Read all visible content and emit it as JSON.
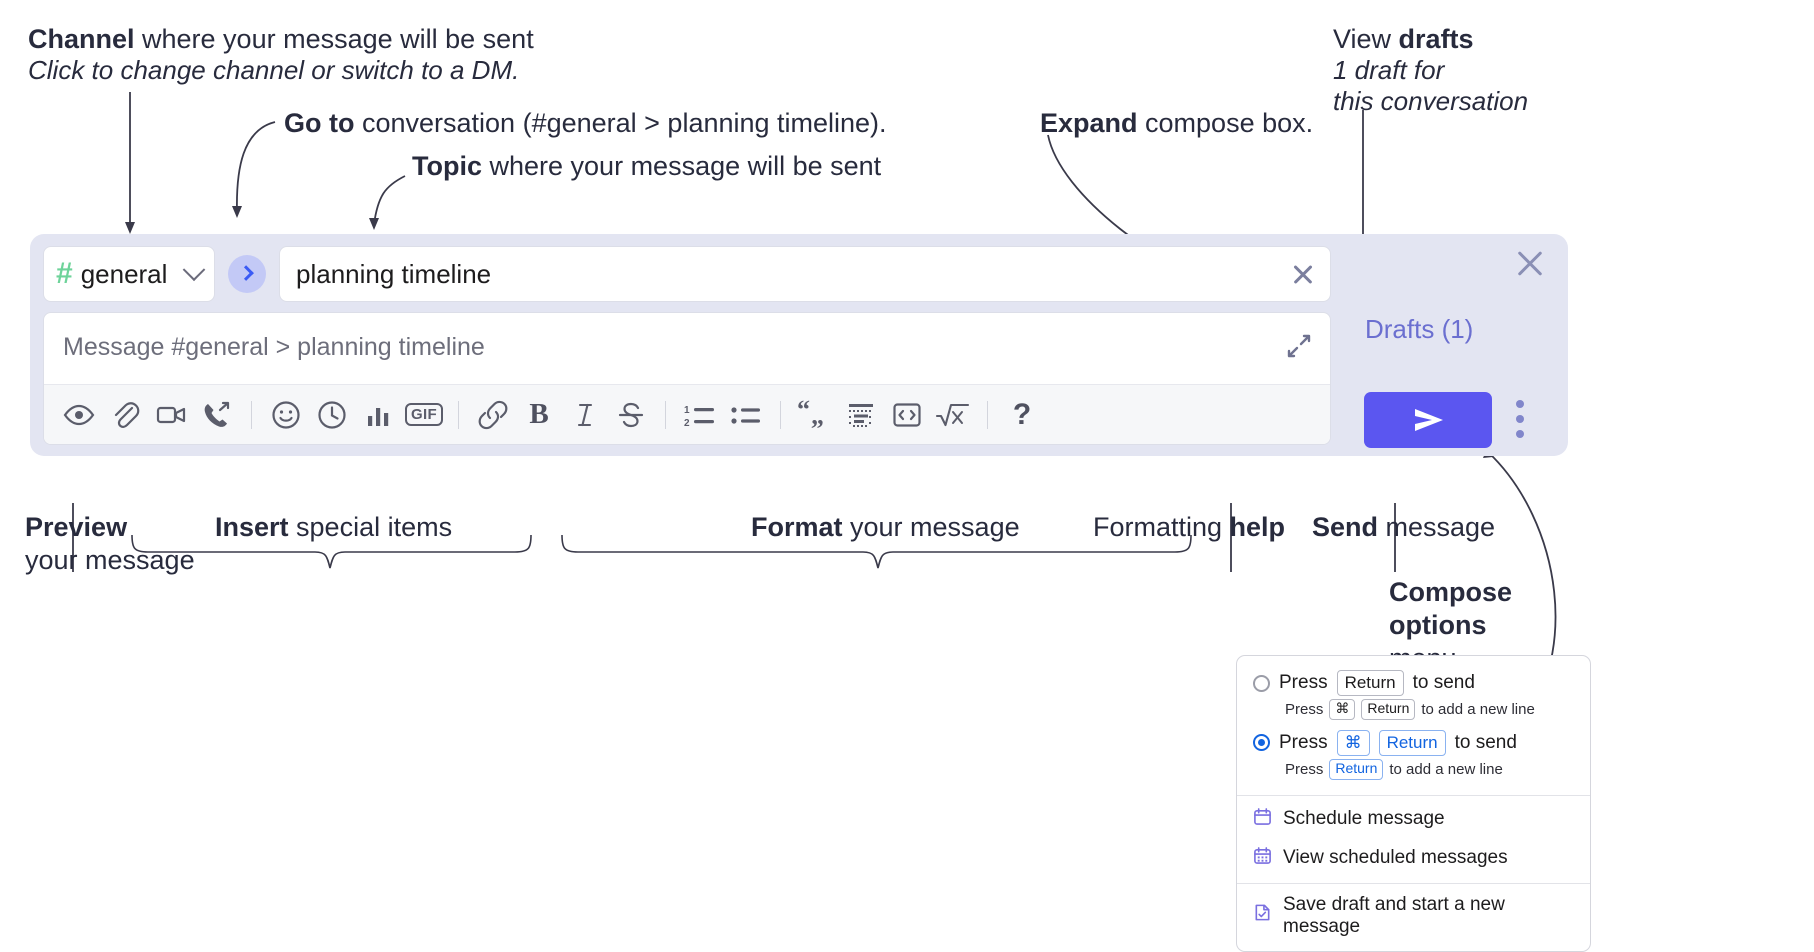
{
  "annotations": {
    "channel": {
      "bold": "Channel",
      "rest": " where your message will be sent",
      "italic": "Click to change channel or switch to a DM."
    },
    "goto": {
      "bold": "Go to",
      "rest": " conversation (#general > planning timeline)."
    },
    "topic": {
      "bold": "Topic",
      "rest": " where your message will be sent"
    },
    "expand": {
      "bold": "Expand",
      "rest": " compose box."
    },
    "drafts": {
      "normal": "View ",
      "bold": "drafts",
      "italic1": "1 draft for",
      "italic2": "this conversation"
    },
    "preview": {
      "bold": "Preview",
      "line2": "your message"
    },
    "insert": {
      "bold": "Insert",
      "rest": " special items"
    },
    "format": {
      "bold": "Format",
      "rest": " your message"
    },
    "help": {
      "normal": "Formatting ",
      "bold": "help"
    },
    "send": {
      "bold": "Send",
      "rest": " message"
    },
    "compose_options": {
      "bold1": "Compose",
      "bold2": "options",
      "normal": "menu"
    }
  },
  "composer": {
    "channel": {
      "hash": "#",
      "name": "general",
      "chevron": "chevron-down"
    },
    "goto_button_label": "go-to-conversation",
    "topic": {
      "value": "planning timeline",
      "clear_label": "clear-topic"
    },
    "message": {
      "placeholder": "Message #general > planning timeline",
      "expand_label": "expand-compose"
    },
    "drafts_label": "Drafts (1)",
    "close_label": "close-composer",
    "send_label": "send-message",
    "more_label": "compose-options",
    "toolbar": [
      {
        "name": "preview-icon",
        "kind": "eye"
      },
      {
        "name": "attachment-icon",
        "kind": "paperclip"
      },
      {
        "name": "video-icon",
        "kind": "video"
      },
      {
        "name": "audio-call-icon",
        "kind": "phone"
      },
      {
        "name": "separator-1",
        "kind": "sep"
      },
      {
        "name": "emoji-icon",
        "kind": "smiley"
      },
      {
        "name": "schedule-icon",
        "kind": "clock"
      },
      {
        "name": "poll-icon",
        "kind": "bars"
      },
      {
        "name": "gif-icon",
        "kind": "gif",
        "label": "GIF"
      },
      {
        "name": "separator-2",
        "kind": "sep"
      },
      {
        "name": "link-icon",
        "kind": "link"
      },
      {
        "name": "bold-icon",
        "kind": "letter",
        "label": "B"
      },
      {
        "name": "italic-icon",
        "kind": "letter-italic",
        "label": "I"
      },
      {
        "name": "strikethrough-icon",
        "kind": "strike"
      },
      {
        "name": "separator-3",
        "kind": "sep"
      },
      {
        "name": "ordered-list-icon",
        "kind": "ol"
      },
      {
        "name": "bulleted-list-icon",
        "kind": "ul"
      },
      {
        "name": "separator-4",
        "kind": "sep"
      },
      {
        "name": "blockquote-icon",
        "kind": "quote"
      },
      {
        "name": "code-block-icon",
        "kind": "codeblock"
      },
      {
        "name": "code-icon",
        "kind": "code"
      },
      {
        "name": "math-icon",
        "kind": "math"
      },
      {
        "name": "separator-5",
        "kind": "sep"
      },
      {
        "name": "formatting-help-icon",
        "kind": "question",
        "label": "?"
      }
    ]
  },
  "popup": {
    "option1": {
      "pre": "Press",
      "key": "Return",
      "post": "to send",
      "sub_pre": "Press",
      "sub_key1": "⌘",
      "sub_key2": "Return",
      "sub_post": "to add a new line",
      "selected": false
    },
    "option2": {
      "pre": "Press",
      "key1": "⌘",
      "key2": "Return",
      "post": "to send",
      "sub_pre": "Press",
      "sub_key": "Return",
      "sub_post": "to add a new line",
      "selected": true
    },
    "items": [
      {
        "label": "Schedule message",
        "icon": "calendar-icon"
      },
      {
        "label": "View scheduled messages",
        "icon": "calendar-grid-icon"
      },
      {
        "label": "Save draft and start a new message",
        "icon": "document-check-icon"
      }
    ]
  },
  "colors": {
    "panel_bg": "#e3e5f2",
    "send_purple": "#5b56f0",
    "drafts_purple": "#6b6fd0",
    "hash_green": "#6ed39a",
    "goto_blue": "#3b5bf5",
    "radio_blue": "#1264e0"
  }
}
